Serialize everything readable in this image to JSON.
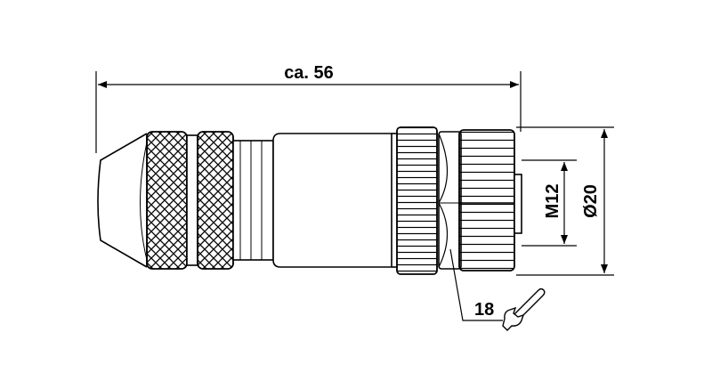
{
  "dimensions": {
    "overall_length": "ca. 56",
    "thread": "M12",
    "outer_diameter": "Ø20",
    "wrench_size": "18"
  },
  "colors": {
    "line": "#000000",
    "background": "#ffffff"
  }
}
